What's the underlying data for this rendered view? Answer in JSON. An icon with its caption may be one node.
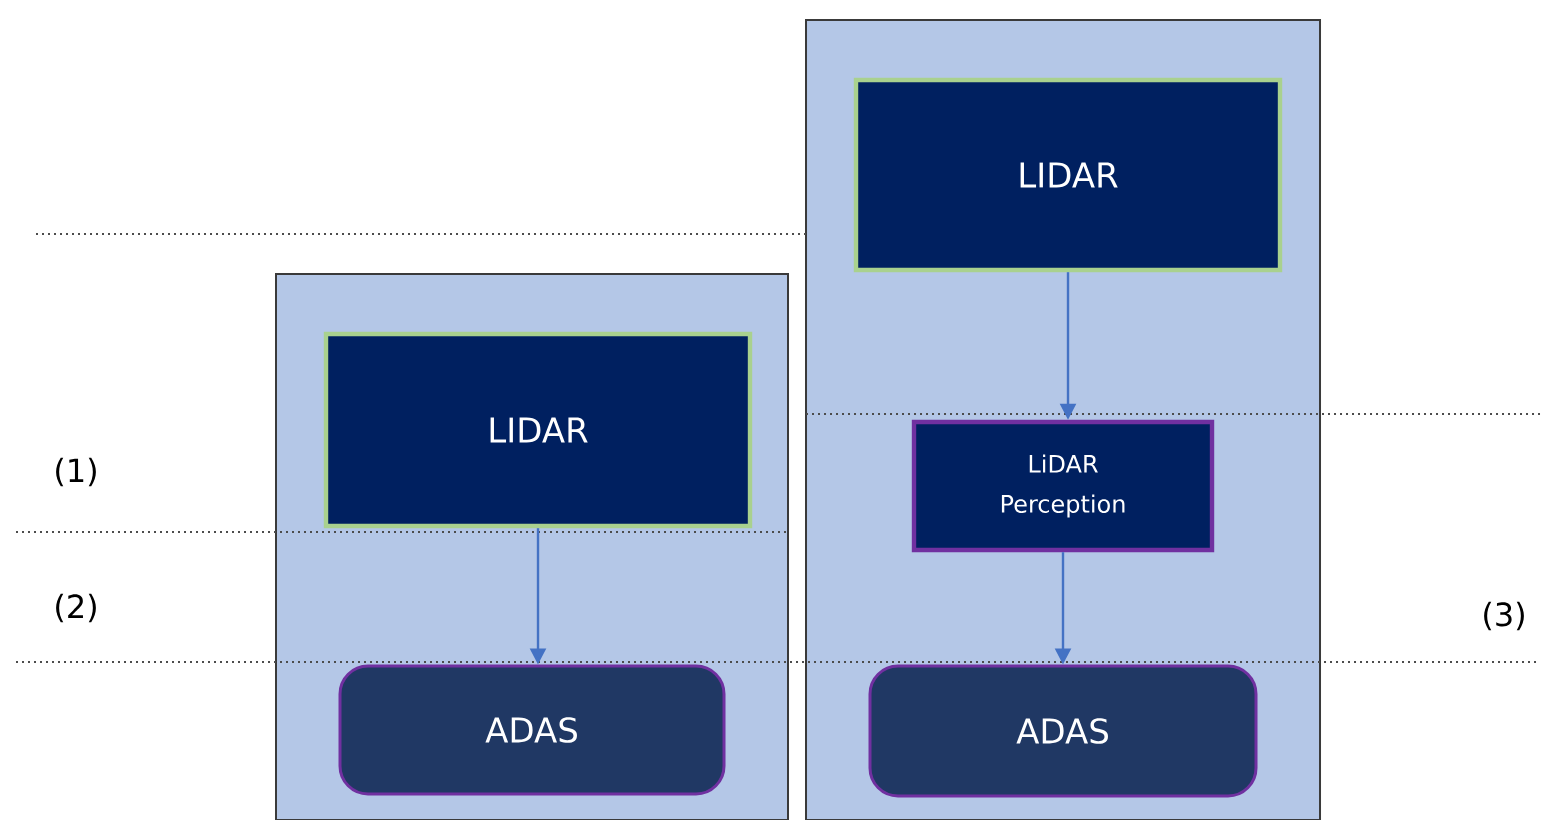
{
  "diagram": {
    "nodes": [
      {
        "text": [],
        "shape": "box"
      },
      {
        "text": [
          "LIDAR"
        ],
        "in": 0
      },
      {
        "text": [
          "ADAS"
        ],
        "in": 0
      },
      {
        "text": [],
        "shape": "box"
      },
      {
        "text": [
          "LIDAR"
        ],
        "in": 3
      },
      {
        "text": [
          "LiDAR Perception"
        ],
        "in": 3
      },
      {
        "text": [
          "ADAS"
        ],
        "in": 3
      }
    ],
    "edges": [
      {
        "from": 1,
        "to": 2,
        "arrow": "to"
      },
      {
        "from": 4,
        "to": 5,
        "arrow": "to"
      },
      {
        "from": 5,
        "to": 6,
        "arrow": "to"
      }
    ],
    "labels": [
      "(1)",
      "(2)",
      "(3)"
    ]
  }
}
